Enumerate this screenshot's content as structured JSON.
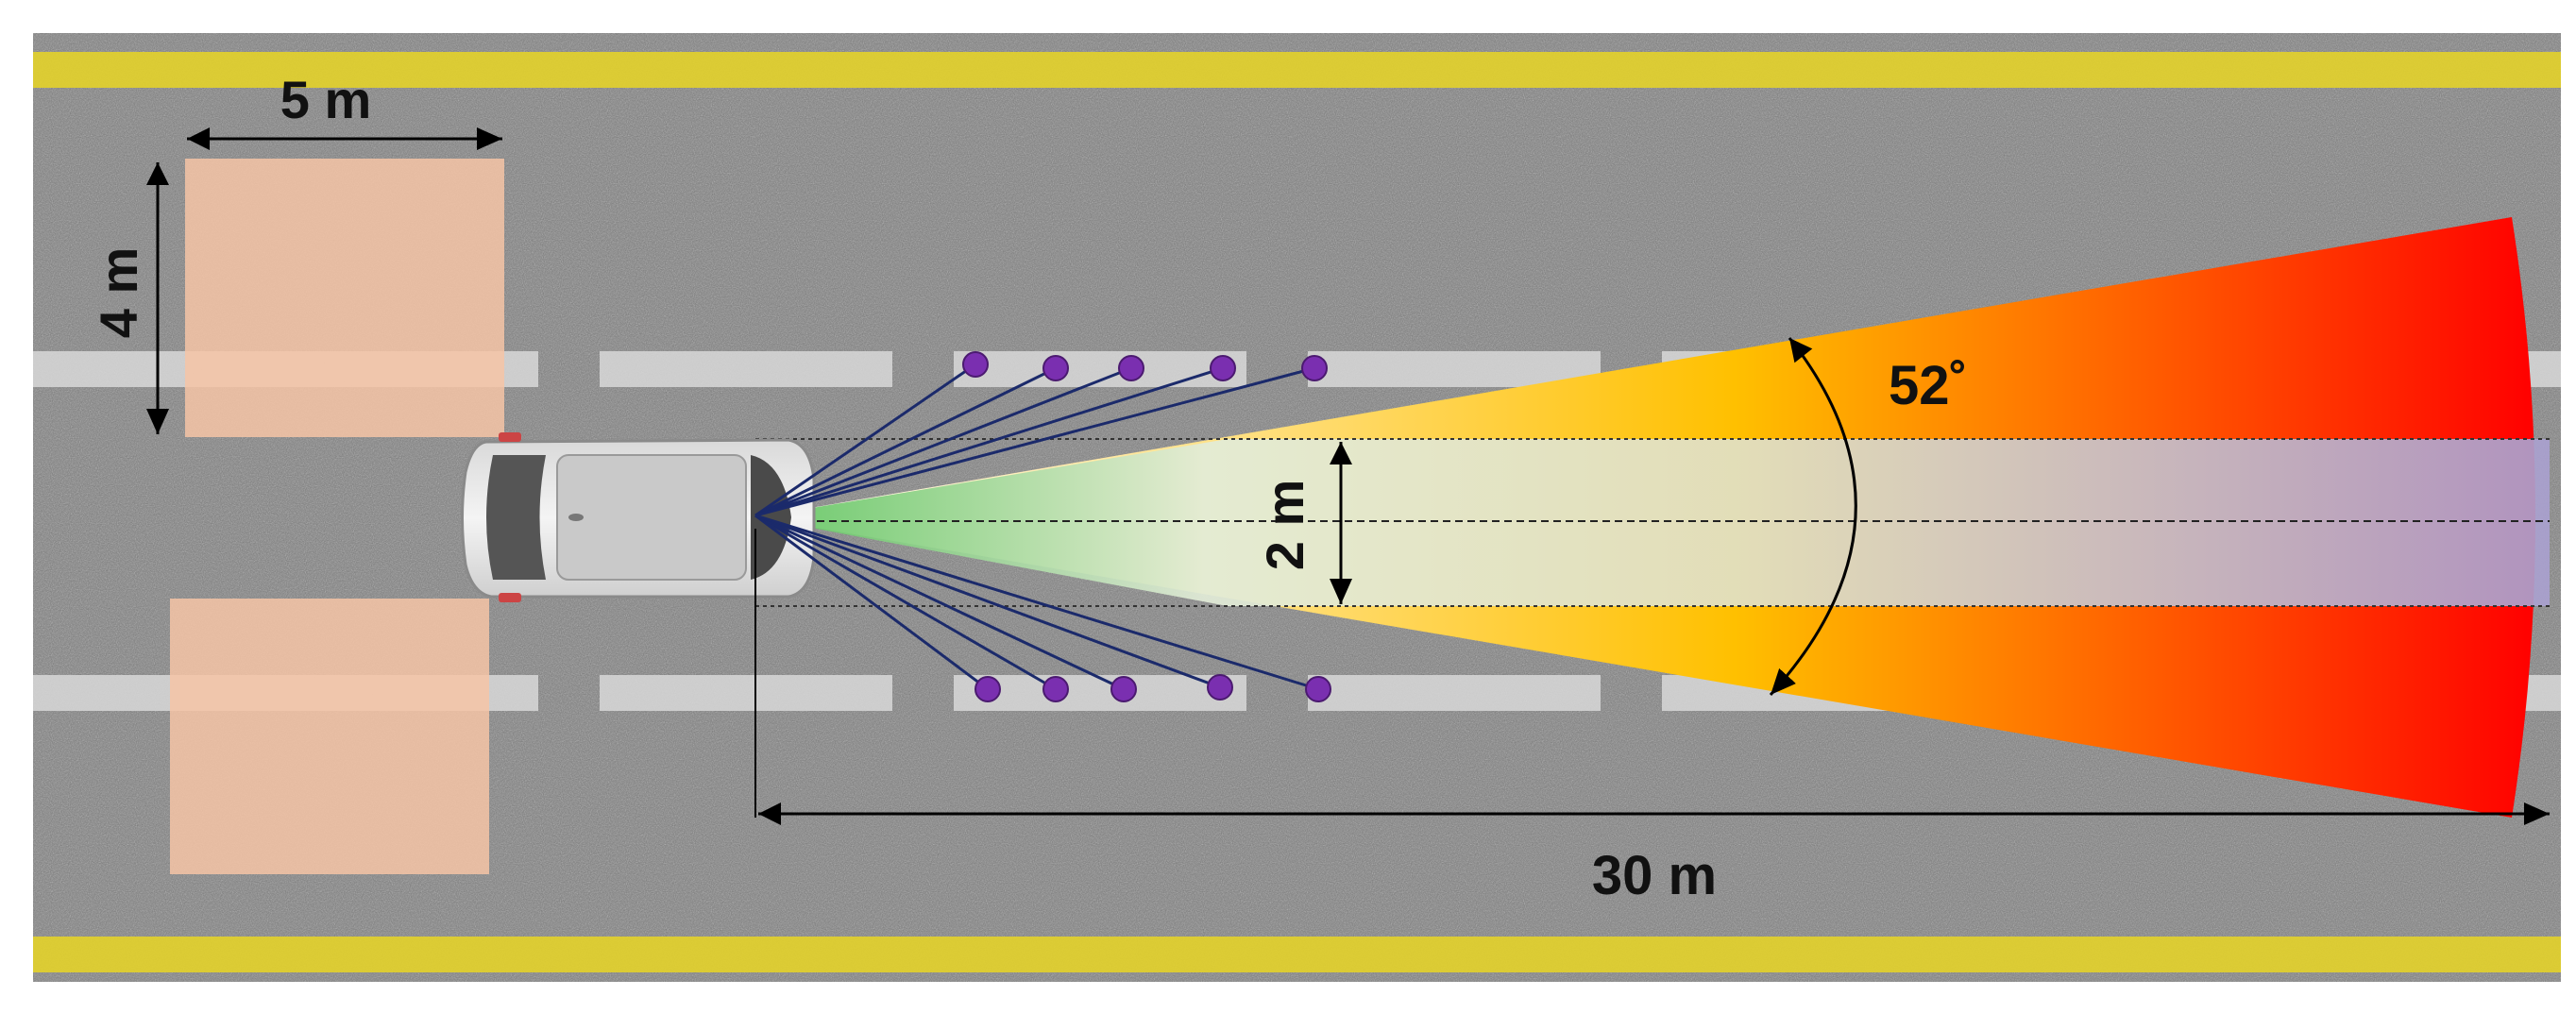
{
  "labels": {
    "zone_width": "5 m",
    "zone_length": "4 m",
    "corridor_width": "2 m",
    "fov_angle": "52˚",
    "range": "30 m"
  },
  "colors": {
    "asphalt": "#7d7d7d",
    "yellow_line": "#e3d22a",
    "lane_dash": "#d8d8d8",
    "zone_fill": "#f6c4a6",
    "cone_near": "#ffffff",
    "cone_mid": "#ffc000",
    "cone_far": "#ff0000",
    "corridor_near": "#5cc45c",
    "corridor_far": "#a9a0cf",
    "sensor_ray": "#1b2a6b",
    "sensor_dot": "#7a2fb0",
    "dimension_line": "#000000"
  }
}
